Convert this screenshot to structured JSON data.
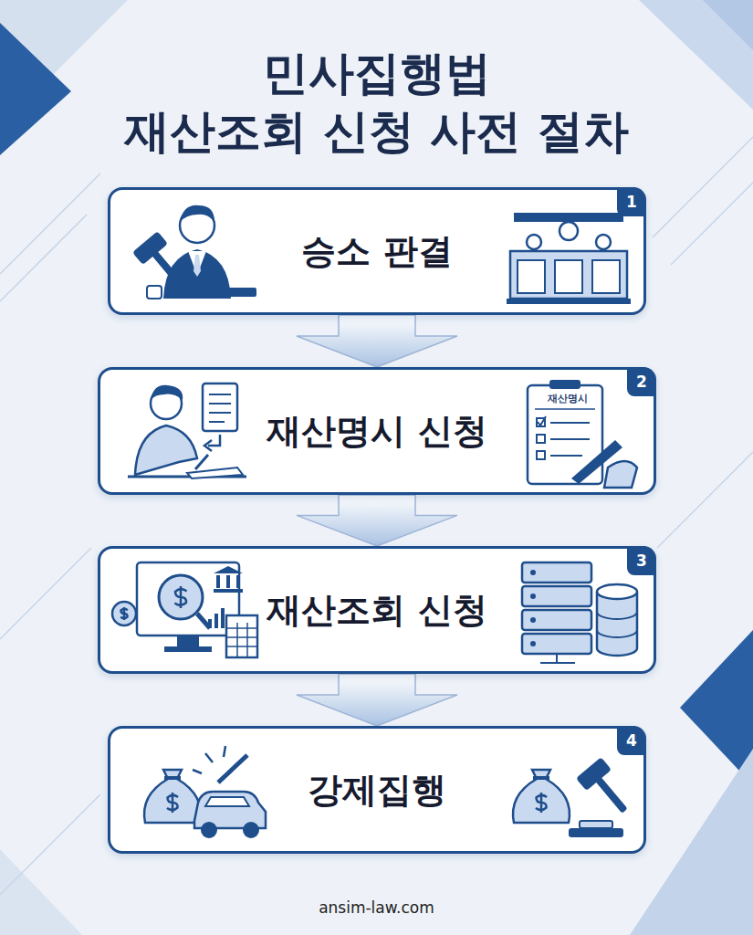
{
  "diagram": {
    "title": "민사집행법 재산조회 신청 사전 절차",
    "nodes": [
      {
        "text": [
          "승소 판결"
        ]
      },
      {
        "text": [
          "재산명시 신청"
        ]
      },
      {
        "text": [
          "재산조회 신청"
        ]
      },
      {
        "text": [
          "강제집행"
        ]
      }
    ],
    "edges": [
      {
        "from": 0,
        "to": 1,
        "arrow": "to"
      },
      {
        "from": 1,
        "to": 2,
        "arrow": "to"
      },
      {
        "from": 2,
        "to": 3,
        "arrow": "to"
      }
    ],
    "labels": [
      "1",
      "2",
      "3",
      "4",
      "재산명시",
      "ansim-law.com"
    ]
  }
}
